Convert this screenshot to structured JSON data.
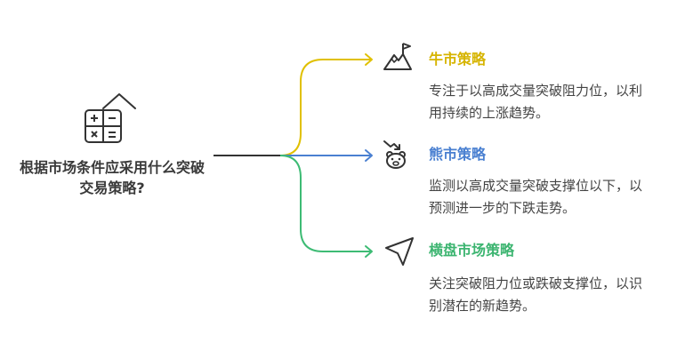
{
  "center": {
    "icon": "calculator-house-icon",
    "question": "根据市场条件应采用什么突破交易策略?"
  },
  "branches": [
    {
      "title": "牛市策略",
      "description": "专注于以高成交量突破阻力位，以利用持续的上涨趋势。",
      "icon": "mountain-flag-icon",
      "color": "#d6b400"
    },
    {
      "title": "熊市策略",
      "description": "监测以高成交量突破支撑位以下，以预测进一步的下跌走势。",
      "icon": "bear-trend-down-icon",
      "color": "#4a80d1"
    },
    {
      "title": "横盘市场策略",
      "description": "关注突破阻力位或跌破支撑位，以识别潜在的新趋势。",
      "icon": "navigation-arrow-icon",
      "color": "#3db571"
    }
  ]
}
